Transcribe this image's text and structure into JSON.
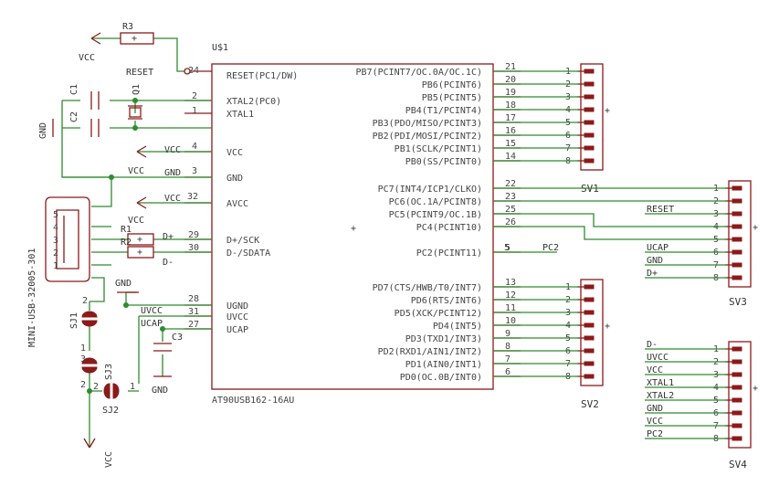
{
  "ic": {
    "name": "U$1",
    "part": "AT90USB162-16AU",
    "left_pins": [
      {
        "num": "24",
        "label": "RESET(PC1/DW)"
      },
      {
        "num": "2",
        "label": "XTAL2(PC0)"
      },
      {
        "num": "1",
        "label": "XTAL1"
      },
      {
        "num": "4",
        "label": "VCC"
      },
      {
        "num": "3",
        "label": "GND"
      },
      {
        "num": "32",
        "label": "AVCC"
      },
      {
        "num": "29",
        "label": "D+/SCK"
      },
      {
        "num": "30",
        "label": "D-/SDATA"
      },
      {
        "num": "28",
        "label": "UGND"
      },
      {
        "num": "31",
        "label": "UVCC"
      },
      {
        "num": "27",
        "label": "UCAP"
      }
    ],
    "right_pins": [
      {
        "num": "21",
        "label": "PB7(PCINT7/OC.0A/OC.1C)"
      },
      {
        "num": "20",
        "label": "PB6(PCINT6)"
      },
      {
        "num": "19",
        "label": "PB5(PCINT5)"
      },
      {
        "num": "18",
        "label": "PB4(T1/PCINT4)"
      },
      {
        "num": "17",
        "label": "PB3(PDO/MISO/PCINT3)"
      },
      {
        "num": "16",
        "label": "PB2(PDI/MOSI/PCINT2)"
      },
      {
        "num": "15",
        "label": "PB1(SCLK/PCINT1)"
      },
      {
        "num": "14",
        "label": "PB0(SS/PCINT0)"
      },
      {
        "num": "22",
        "label": "PC7(INT4/ICP1/CLKO)"
      },
      {
        "num": "23",
        "label": "PC6(OC.1A/PCINT8)"
      },
      {
        "num": "25",
        "label": "PC5(PCINT9/OC.1B)"
      },
      {
        "num": "26",
        "label": "PC4(PCINT10)"
      },
      {
        "num": "5",
        "label": "PC2(PCINT11)"
      },
      {
        "num": "13",
        "label": "PD7(CTS/HWB/T0/INT7)"
      },
      {
        "num": "12",
        "label": "PD6(RTS/INT6)"
      },
      {
        "num": "11",
        "label": "PD5(XCK/PCINT12)"
      },
      {
        "num": "10",
        "label": "PD4(INT5)"
      },
      {
        "num": "9",
        "label": "PD3(TXD1/INT3)"
      },
      {
        "num": "8",
        "label": "PD2(RXD1/AIN1/INT2)"
      },
      {
        "num": "7",
        "label": "PD1(AIN0/INT1)"
      },
      {
        "num": "6",
        "label": "PD0(OC.0B/INT0)"
      }
    ]
  },
  "headers": {
    "sv1": {
      "name": "SV1",
      "pins": [
        "1",
        "2",
        "3",
        "4",
        "5",
        "6",
        "7",
        "8"
      ]
    },
    "sv2": {
      "name": "SV2",
      "pins": [
        "1",
        "2",
        "3",
        "4",
        "5",
        "6",
        "7",
        "8"
      ]
    },
    "sv3": {
      "name": "SV3",
      "pins": [
        "1",
        "2",
        "3",
        "4",
        "5",
        "6",
        "7",
        "8"
      ],
      "nets": [
        "",
        "",
        "RESET",
        "",
        "",
        "UCAP",
        "GND",
        "D+"
      ]
    },
    "sv4": {
      "name": "SV4",
      "pins": [
        "1",
        "2",
        "3",
        "4",
        "5",
        "6",
        "7",
        "8"
      ],
      "nets": [
        "D-",
        "UVCC",
        "VCC",
        "XTAL1",
        "XTAL2",
        "GND",
        "VCC",
        "PC2"
      ]
    }
  },
  "labels": {
    "vcc": "VCC",
    "gnd": "GND",
    "reset": "RESET",
    "ucap": "UCAP",
    "uvcc": "UVCC",
    "dplus": "D+",
    "dminus": "D-",
    "pc2": "PC2",
    "r1": "R1",
    "r2": "R2",
    "r3": "R3",
    "c1": "C1",
    "c2": "C2",
    "c3": "C3",
    "q1": "Q1",
    "sj1": "SJ1",
    "sj2": "SJ2",
    "sj3": "SJ3",
    "usb": "MINI-USB-32005-301",
    "n1": "1",
    "n2": "2",
    "n3": "3",
    "n4": "4",
    "n5": "5"
  },
  "colors": {
    "wire": "#2e8b2e",
    "part": "#8b1a1a",
    "text": "#444444"
  }
}
